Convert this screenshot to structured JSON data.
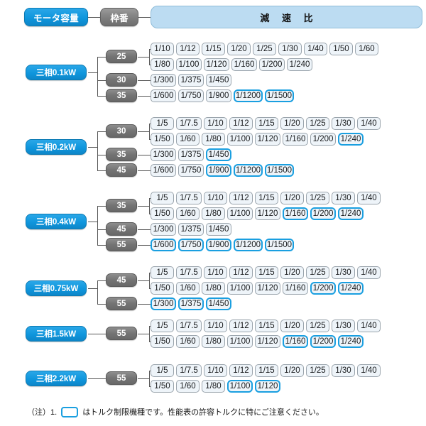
{
  "header": {
    "motor_label": "モータ容量",
    "frame_label": "枠番",
    "ratio_label": "減 速 比"
  },
  "footer": {
    "prefix": "（注）1.",
    "swatch_icon": "rounded-rect-outline-icon",
    "text": "はトルク制限機種です。性能表の許容トルクに特にご注意ください。"
  },
  "colors": {
    "motor_blue": "#0f96dd",
    "frame_gray": "#747474",
    "ratio_header_blue": "#bcdcf2",
    "highlight_blue": "#1a9fe0",
    "ratio_fill": "#eef4f9",
    "line": "#555555"
  },
  "groups": [
    {
      "motor": "三相0.1kW",
      "frames": [
        {
          "frame": "25",
          "rows": [
            {
              "ratios": [
                {
                  "label": "1/10",
                  "highlight": false
                },
                {
                  "label": "1/12",
                  "highlight": false
                },
                {
                  "label": "1/15",
                  "highlight": false
                },
                {
                  "label": "1/20",
                  "highlight": false
                },
                {
                  "label": "1/25",
                  "highlight": false
                },
                {
                  "label": "1/30",
                  "highlight": false
                },
                {
                  "label": "1/40",
                  "highlight": false
                },
                {
                  "label": "1/50",
                  "highlight": false
                },
                {
                  "label": "1/60",
                  "highlight": false
                }
              ]
            },
            {
              "ratios": [
                {
                  "label": "1/80",
                  "highlight": false
                },
                {
                  "label": "1/100",
                  "highlight": false
                },
                {
                  "label": "1/120",
                  "highlight": false
                },
                {
                  "label": "1/160",
                  "highlight": false
                },
                {
                  "label": "1/200",
                  "highlight": false
                },
                {
                  "label": "1/240",
                  "highlight": false
                }
              ]
            }
          ]
        },
        {
          "frame": "30",
          "rows": [
            {
              "ratios": [
                {
                  "label": "1/300",
                  "highlight": false
                },
                {
                  "label": "1/375",
                  "highlight": false
                },
                {
                  "label": "1/450",
                  "highlight": false
                }
              ]
            }
          ]
        },
        {
          "frame": "35",
          "rows": [
            {
              "ratios": [
                {
                  "label": "1/600",
                  "highlight": false
                },
                {
                  "label": "1/750",
                  "highlight": false
                },
                {
                  "label": "1/900",
                  "highlight": false
                },
                {
                  "label": "1/1200",
                  "highlight": true
                },
                {
                  "label": "1/1500",
                  "highlight": true
                }
              ]
            }
          ]
        }
      ]
    },
    {
      "motor": "三相0.2kW",
      "frames": [
        {
          "frame": "30",
          "rows": [
            {
              "ratios": [
                {
                  "label": "1/5",
                  "highlight": false
                },
                {
                  "label": "1/7.5",
                  "highlight": false
                },
                {
                  "label": "1/10",
                  "highlight": false
                },
                {
                  "label": "1/12",
                  "highlight": false
                },
                {
                  "label": "1/15",
                  "highlight": false
                },
                {
                  "label": "1/20",
                  "highlight": false
                },
                {
                  "label": "1/25",
                  "highlight": false
                },
                {
                  "label": "1/30",
                  "highlight": false
                },
                {
                  "label": "1/40",
                  "highlight": false
                }
              ]
            },
            {
              "ratios": [
                {
                  "label": "1/50",
                  "highlight": false
                },
                {
                  "label": "1/60",
                  "highlight": false
                },
                {
                  "label": "1/80",
                  "highlight": false
                },
                {
                  "label": "1/100",
                  "highlight": false
                },
                {
                  "label": "1/120",
                  "highlight": false
                },
                {
                  "label": "1/160",
                  "highlight": false
                },
                {
                  "label": "1/200",
                  "highlight": false
                },
                {
                  "label": "1/240",
                  "highlight": true
                }
              ]
            }
          ]
        },
        {
          "frame": "35",
          "rows": [
            {
              "ratios": [
                {
                  "label": "1/300",
                  "highlight": false
                },
                {
                  "label": "1/375",
                  "highlight": false
                },
                {
                  "label": "1/450",
                  "highlight": true
                }
              ]
            }
          ]
        },
        {
          "frame": "45",
          "rows": [
            {
              "ratios": [
                {
                  "label": "1/600",
                  "highlight": false
                },
                {
                  "label": "1/750",
                  "highlight": false
                },
                {
                  "label": "1/900",
                  "highlight": true
                },
                {
                  "label": "1/1200",
                  "highlight": true
                },
                {
                  "label": "1/1500",
                  "highlight": true
                }
              ]
            }
          ]
        }
      ]
    },
    {
      "motor": "三相0.4kW",
      "frames": [
        {
          "frame": "35",
          "rows": [
            {
              "ratios": [
                {
                  "label": "1/5",
                  "highlight": false
                },
                {
                  "label": "1/7.5",
                  "highlight": false
                },
                {
                  "label": "1/10",
                  "highlight": false
                },
                {
                  "label": "1/12",
                  "highlight": false
                },
                {
                  "label": "1/15",
                  "highlight": false
                },
                {
                  "label": "1/20",
                  "highlight": false
                },
                {
                  "label": "1/25",
                  "highlight": false
                },
                {
                  "label": "1/30",
                  "highlight": false
                },
                {
                  "label": "1/40",
                  "highlight": false
                }
              ]
            },
            {
              "ratios": [
                {
                  "label": "1/50",
                  "highlight": false
                },
                {
                  "label": "1/60",
                  "highlight": false
                },
                {
                  "label": "1/80",
                  "highlight": false
                },
                {
                  "label": "1/100",
                  "highlight": false
                },
                {
                  "label": "1/120",
                  "highlight": false
                },
                {
                  "label": "1/160",
                  "highlight": true
                },
                {
                  "label": "1/200",
                  "highlight": true
                },
                {
                  "label": "1/240",
                  "highlight": true
                }
              ]
            }
          ]
        },
        {
          "frame": "45",
          "rows": [
            {
              "ratios": [
                {
                  "label": "1/300",
                  "highlight": false
                },
                {
                  "label": "1/375",
                  "highlight": false
                },
                {
                  "label": "1/450",
                  "highlight": false
                }
              ]
            }
          ]
        },
        {
          "frame": "55",
          "rows": [
            {
              "ratios": [
                {
                  "label": "1/600",
                  "highlight": true
                },
                {
                  "label": "1/750",
                  "highlight": true
                },
                {
                  "label": "1/900",
                  "highlight": true
                },
                {
                  "label": "1/1200",
                  "highlight": true
                },
                {
                  "label": "1/1500",
                  "highlight": true
                }
              ]
            }
          ]
        }
      ]
    },
    {
      "motor": "三相0.75kW",
      "frames": [
        {
          "frame": "45",
          "rows": [
            {
              "ratios": [
                {
                  "label": "1/5",
                  "highlight": false
                },
                {
                  "label": "1/7.5",
                  "highlight": false
                },
                {
                  "label": "1/10",
                  "highlight": false
                },
                {
                  "label": "1/12",
                  "highlight": false
                },
                {
                  "label": "1/15",
                  "highlight": false
                },
                {
                  "label": "1/20",
                  "highlight": false
                },
                {
                  "label": "1/25",
                  "highlight": false
                },
                {
                  "label": "1/30",
                  "highlight": false
                },
                {
                  "label": "1/40",
                  "highlight": false
                }
              ]
            },
            {
              "ratios": [
                {
                  "label": "1/50",
                  "highlight": false
                },
                {
                  "label": "1/60",
                  "highlight": false
                },
                {
                  "label": "1/80",
                  "highlight": false
                },
                {
                  "label": "1/100",
                  "highlight": false
                },
                {
                  "label": "1/120",
                  "highlight": false
                },
                {
                  "label": "1/160",
                  "highlight": false
                },
                {
                  "label": "1/200",
                  "highlight": true
                },
                {
                  "label": "1/240",
                  "highlight": true
                }
              ]
            }
          ]
        },
        {
          "frame": "55",
          "rows": [
            {
              "ratios": [
                {
                  "label": "1/300",
                  "highlight": true
                },
                {
                  "label": "1/375",
                  "highlight": true
                },
                {
                  "label": "1/450",
                  "highlight": true
                }
              ]
            }
          ]
        }
      ]
    },
    {
      "motor": "三相1.5kW",
      "frames": [
        {
          "frame": "55",
          "rows": [
            {
              "ratios": [
                {
                  "label": "1/5",
                  "highlight": false
                },
                {
                  "label": "1/7.5",
                  "highlight": false
                },
                {
                  "label": "1/10",
                  "highlight": false
                },
                {
                  "label": "1/12",
                  "highlight": false
                },
                {
                  "label": "1/15",
                  "highlight": false
                },
                {
                  "label": "1/20",
                  "highlight": false
                },
                {
                  "label": "1/25",
                  "highlight": false
                },
                {
                  "label": "1/30",
                  "highlight": false
                },
                {
                  "label": "1/40",
                  "highlight": false
                }
              ]
            },
            {
              "ratios": [
                {
                  "label": "1/50",
                  "highlight": false
                },
                {
                  "label": "1/60",
                  "highlight": false
                },
                {
                  "label": "1/80",
                  "highlight": false
                },
                {
                  "label": "1/100",
                  "highlight": false
                },
                {
                  "label": "1/120",
                  "highlight": false
                },
                {
                  "label": "1/160",
                  "highlight": true
                },
                {
                  "label": "1/200",
                  "highlight": true
                },
                {
                  "label": "1/240",
                  "highlight": true
                }
              ]
            }
          ]
        }
      ]
    },
    {
      "motor": "三相2.2kW",
      "frames": [
        {
          "frame": "55",
          "rows": [
            {
              "ratios": [
                {
                  "label": "1/5",
                  "highlight": false
                },
                {
                  "label": "1/7.5",
                  "highlight": false
                },
                {
                  "label": "1/10",
                  "highlight": false
                },
                {
                  "label": "1/12",
                  "highlight": false
                },
                {
                  "label": "1/15",
                  "highlight": false
                },
                {
                  "label": "1/20",
                  "highlight": false
                },
                {
                  "label": "1/25",
                  "highlight": false
                },
                {
                  "label": "1/30",
                  "highlight": false
                },
                {
                  "label": "1/40",
                  "highlight": false
                }
              ]
            },
            {
              "ratios": [
                {
                  "label": "1/50",
                  "highlight": false
                },
                {
                  "label": "1/60",
                  "highlight": false
                },
                {
                  "label": "1/80",
                  "highlight": false
                },
                {
                  "label": "1/100",
                  "highlight": true
                },
                {
                  "label": "1/120",
                  "highlight": true
                }
              ]
            }
          ]
        }
      ]
    }
  ]
}
